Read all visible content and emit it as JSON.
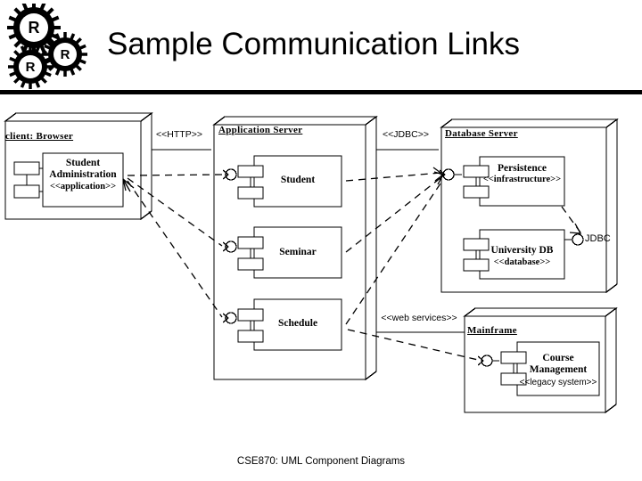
{
  "slide": {
    "title": "Sample Communication Links",
    "footer": "CSE870: UML Component Diagrams",
    "logo_letter": "R",
    "colors": {
      "ink": "#000000",
      "paper": "#ffffff"
    }
  },
  "diagram": {
    "type": "uml-component-deployment-diagram",
    "nodes": [
      {
        "id": "client-browser",
        "name": "client: Browser",
        "components": [
          {
            "id": "student-administration",
            "name": "Student\nAdministration",
            "name_line1": "Student",
            "name_line2": "Administration",
            "stereotype": "<<application>>"
          }
        ]
      },
      {
        "id": "application-server",
        "name": "Application Server",
        "components": [
          {
            "id": "student",
            "name": "Student",
            "stereotype": ""
          },
          {
            "id": "seminar",
            "name": "Seminar",
            "stereotype": ""
          },
          {
            "id": "schedule",
            "name": "Schedule",
            "stereotype": ""
          }
        ]
      },
      {
        "id": "database-server",
        "name": "Database Server",
        "components": [
          {
            "id": "persistence",
            "name": "Persistence",
            "stereotype": "<<infrastructure>>"
          },
          {
            "id": "university-db",
            "name": "University DB",
            "stereotype": "<<database>>"
          }
        ]
      },
      {
        "id": "mainframe",
        "name": "Mainframe",
        "components": [
          {
            "id": "course-management",
            "name": "Course\nManagement",
            "name_line1": "Course",
            "name_line2": "Management",
            "stereotype": "<<legacy system>>"
          }
        ]
      }
    ],
    "communication_links": [
      {
        "id": "http-link",
        "label": "<<HTTP>>",
        "from": "client-browser",
        "to": "application-server"
      },
      {
        "id": "jdbc-link",
        "label": "<<JDBC>>",
        "from": "application-server",
        "to": "database-server"
      },
      {
        "id": "web-services-link",
        "label": "<<web services>>",
        "from": "application-server",
        "to": "mainframe"
      }
    ],
    "interfaces": [
      {
        "id": "jdbc-interface",
        "label": "JDBC",
        "provided_by": "university-db",
        "required_by": "persistence"
      }
    ]
  }
}
